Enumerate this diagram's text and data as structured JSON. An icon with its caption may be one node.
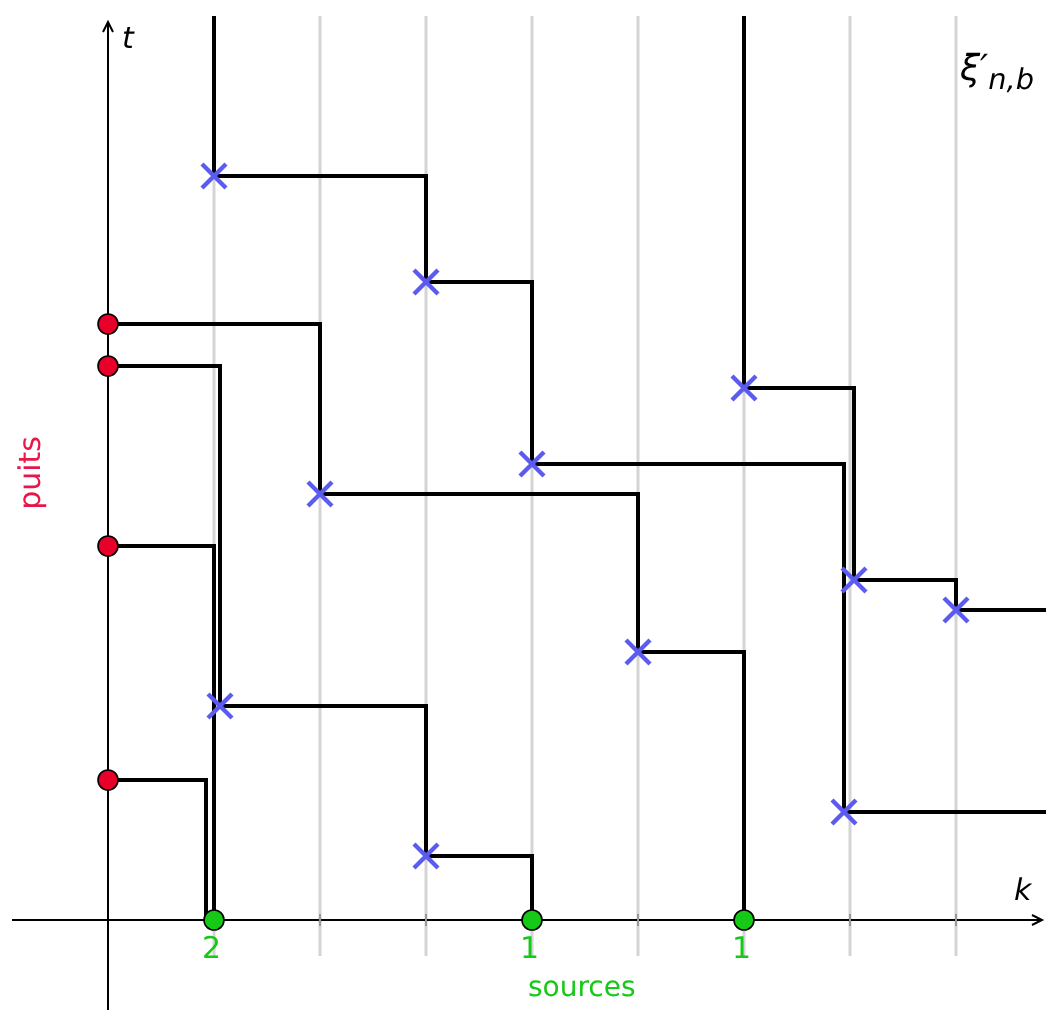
{
  "diagram": {
    "labels": [
      "t",
      "k",
      "ξ′$_{n,b}$",
      "puits",
      "2",
      "1",
      "1",
      "sources"
    ]
  }
}
